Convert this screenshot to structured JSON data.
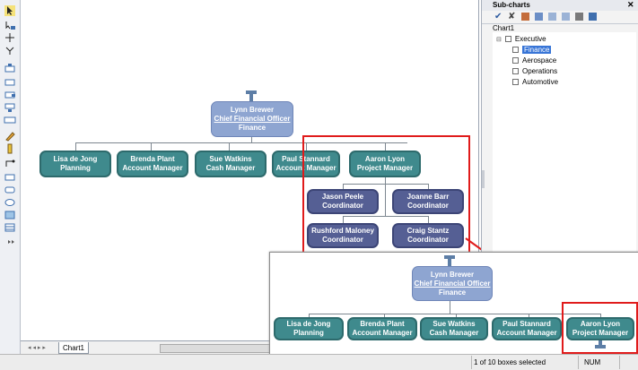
{
  "subcharts": {
    "title": "Sub-charts",
    "tree_root_label": "Chart1",
    "items": [
      {
        "label": "Executive"
      },
      {
        "label": "Finance"
      },
      {
        "label": "Aerospace"
      },
      {
        "label": "Operations"
      },
      {
        "label": "Automotive"
      }
    ]
  },
  "chart": {
    "root": {
      "name": "Lynn  Brewer",
      "title": "Chief Financial Officer",
      "dept": "Finance"
    },
    "children": [
      {
        "name": "Lisa de Jong",
        "title": "Planning"
      },
      {
        "name": "Brenda  Plant",
        "title": "Account Manager"
      },
      {
        "name": "Sue  Watkins",
        "title": "Cash Manager"
      },
      {
        "name": "Paul  Stannard",
        "title": "Account Manager"
      },
      {
        "name": "Aaron  Lyon",
        "title": "Project Manager"
      }
    ],
    "sub": [
      {
        "name": "Jason  Peele",
        "title": "Coordinator"
      },
      {
        "name": "Joanne  Barr",
        "title": "Coordinator"
      },
      {
        "name": "Rushford  Maloney",
        "title": "Coordinator"
      },
      {
        "name": "Craig  Stantz",
        "title": "Coordinator"
      }
    ]
  },
  "inset": {
    "root": {
      "name": "Lynn  Brewer",
      "title": "Chief Financial Officer",
      "dept": "Finance"
    },
    "children": [
      {
        "name": "Lisa de Jong",
        "title": "Planning"
      },
      {
        "name": "Brenda  Plant",
        "title": "Account Manager"
      },
      {
        "name": "Sue  Watkins",
        "title": "Cash Manager"
      },
      {
        "name": "Paul  Stannard",
        "title": "Account Manager"
      },
      {
        "name": "Aaron  Lyon",
        "title": "Project Manager"
      }
    ]
  },
  "tabs": {
    "active": "Chart1"
  },
  "status": {
    "selection": "1 of 10 boxes selected",
    "num": "NUM"
  }
}
